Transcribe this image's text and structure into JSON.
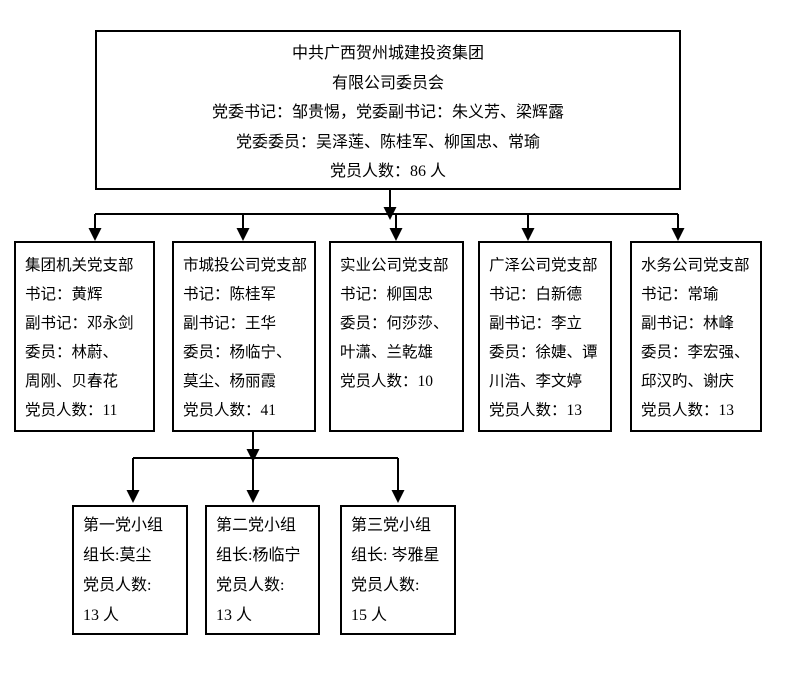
{
  "colors": {
    "border": "#000000",
    "background": "#ffffff",
    "text": "#000000"
  },
  "root": {
    "lines": [
      "中共广西贺州城建投资集团",
      "有限公司委员会",
      "党委书记：邹贵惕，党委副书记：朱义芳、梁辉露",
      "党委委员：吴泽莲、陈桂军、柳国忠、常瑜",
      "党员人数：86 人"
    ]
  },
  "branches": [
    {
      "name": "集团机关党支部",
      "lines": [
        "集团机关党支部",
        "书记：黄辉",
        "副书记：邓永剑",
        "委员：林蔚、",
        "周刚、贝春花",
        "党员人数：11"
      ]
    },
    {
      "name": "市城投公司党支部",
      "lines": [
        "市城投公司党支部",
        "书记：陈桂军",
        "副书记：王华",
        "委员：杨临宁、",
        "莫尘、杨丽霞",
        "党员人数：41"
      ]
    },
    {
      "name": "实业公司党支部",
      "lines": [
        "实业公司党支部",
        "书记：柳国忠",
        "委员：何莎莎、",
        "叶潇、兰乾雄",
        "党员人数：10"
      ]
    },
    {
      "name": "广泽公司党支部",
      "lines": [
        "广泽公司党支部",
        "书记：白新德",
        "副书记：李立",
        "委员：徐婕、谭",
        "川浩、李文婷",
        "党员人数：13"
      ]
    },
    {
      "name": "水务公司党支部",
      "lines": [
        "水务公司党支部",
        "书记：常瑜",
        "副书记：林峰",
        "委员：李宏强、",
        "邱汉旳、谢庆",
        "党员人数：13"
      ]
    }
  ],
  "groups": [
    {
      "name": "第一党小组",
      "lines": [
        "第一党小组",
        "组长:莫尘",
        "党员人数:",
        "13 人"
      ]
    },
    {
      "name": "第二党小组",
      "lines": [
        "第二党小组",
        "组长:杨临宁",
        "党员人数:",
        "13 人"
      ]
    },
    {
      "name": "第三党小组",
      "lines": [
        "第三党小组",
        "组长: 岑雅星",
        "党员人数:",
        "15 人"
      ]
    }
  ]
}
